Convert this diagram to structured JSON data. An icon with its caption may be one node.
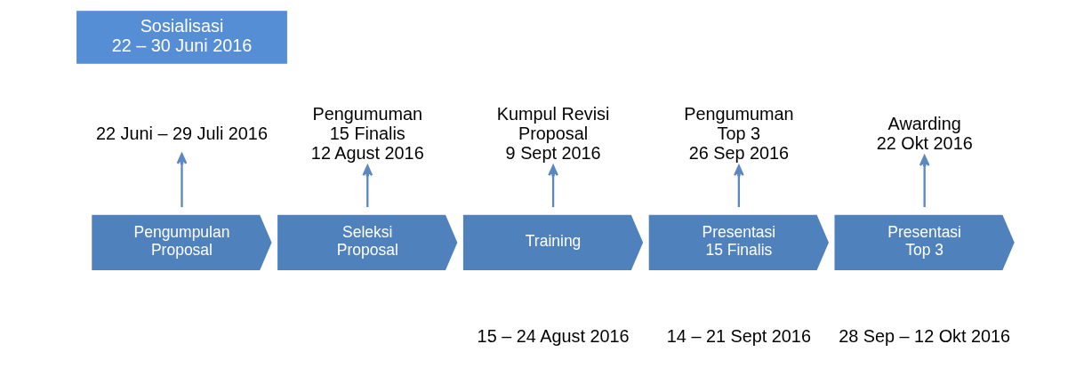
{
  "diagram": {
    "nodes": [
      {
        "text": [
          "Sosialisasi",
          "22 – 30 Juni 2016"
        ]
      },
      {
        "text": [
          "22 Juni – 29 Juli 2016"
        ]
      },
      {
        "text": [
          "Pengumuman 15 Finalis",
          "12 Agust 2016"
        ]
      },
      {
        "text": [
          "Kumpul Revisi Proposal",
          "9 Sept 2016"
        ]
      },
      {
        "text": [
          "Pengumuman Top 3",
          "26 Sep 2016"
        ]
      },
      {
        "text": [
          "Awarding",
          "22 Okt 2016"
        ]
      },
      {
        "text": [
          "Pengumpulan Proposal"
        ]
      },
      {
        "text": [
          "Seleksi Proposal"
        ]
      },
      {
        "text": [
          "Training"
        ],
        "beside": [
          "15 – 24 Agust 2016"
        ]
      },
      {
        "text": [
          "Presentasi 15 Finalis"
        ],
        "beside": [
          "14 – 21 Sept 2016"
        ]
      },
      {
        "text": [
          "Presentasi Top 3"
        ],
        "beside": [
          "28 Sep – 12 Okt 2016"
        ]
      }
    ],
    "edges": [
      {
        "from": 6,
        "to": 1,
        "arrow": "to"
      },
      {
        "from": 7,
        "to": 2,
        "arrow": "to"
      },
      {
        "from": 8,
        "to": 3,
        "arrow": "to"
      },
      {
        "from": 9,
        "to": 4,
        "arrow": "to"
      },
      {
        "from": 10,
        "to": 5,
        "arrow": "to"
      }
    ]
  }
}
